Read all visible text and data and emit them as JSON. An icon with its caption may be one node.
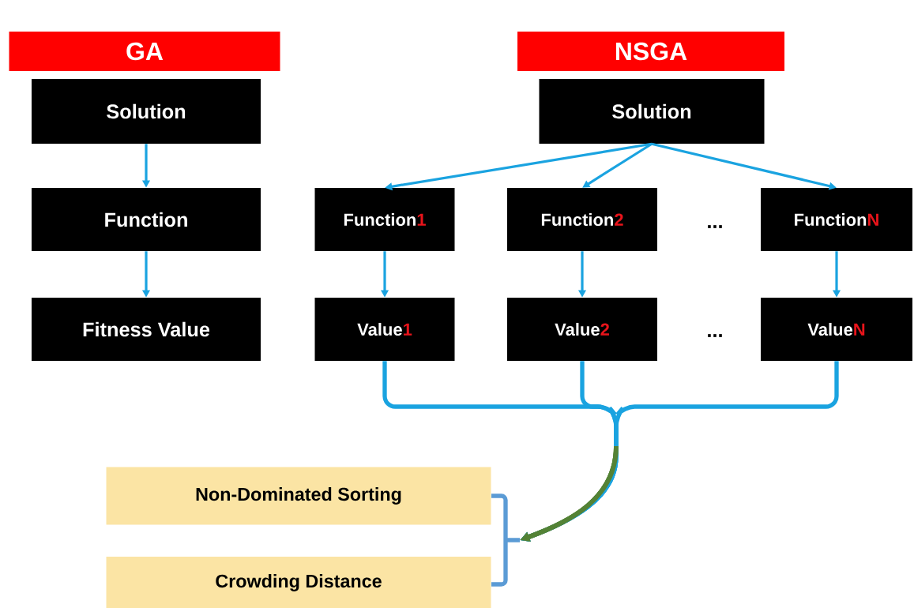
{
  "diagram": {
    "nodes": [
      {
        "text": [
          "GA"
        ]
      },
      {
        "text": [
          "Solution"
        ]
      },
      {
        "text": [
          "Function"
        ]
      },
      {
        "text": [
          "Fitness Value"
        ]
      },
      {
        "text": [
          "NSGA"
        ]
      },
      {
        "text": [
          "Solution"
        ]
      },
      {
        "text": [
          "Function",
          "1"
        ]
      },
      {
        "text": [
          "Function",
          "2"
        ]
      },
      {
        "text": [
          "Function",
          "N"
        ]
      },
      {
        "text": [
          "Value",
          "1"
        ]
      },
      {
        "text": [
          "Value",
          "2"
        ]
      },
      {
        "text": [
          "Value",
          "N"
        ]
      },
      {
        "text": [
          "Non-Dominated Sorting"
        ]
      },
      {
        "text": [
          "Crowding Distance"
        ]
      },
      {
        "text": [],
        "shape": "bracket"
      }
    ],
    "edges": [
      {
        "from": 1,
        "to": 2,
        "arrow": "to"
      },
      {
        "from": 2,
        "to": 3,
        "arrow": "to"
      },
      {
        "from": 5,
        "to": 6,
        "arrow": "to"
      },
      {
        "from": 5,
        "to": 7,
        "arrow": "to"
      },
      {
        "from": 5,
        "to": 8,
        "arrow": "to"
      },
      {
        "from": 6,
        "to": 9,
        "arrow": "to"
      },
      {
        "from": 7,
        "to": 10,
        "arrow": "to"
      },
      {
        "from": 8,
        "to": 11,
        "arrow": "to"
      },
      {
        "from": 9,
        "to": 14,
        "arrow": "to"
      },
      {
        "from": 10,
        "to": 14,
        "arrow": "to"
      },
      {
        "from": 11,
        "to": 14,
        "arrow": "to"
      }
    ],
    "labels": [
      "...",
      "..."
    ]
  }
}
